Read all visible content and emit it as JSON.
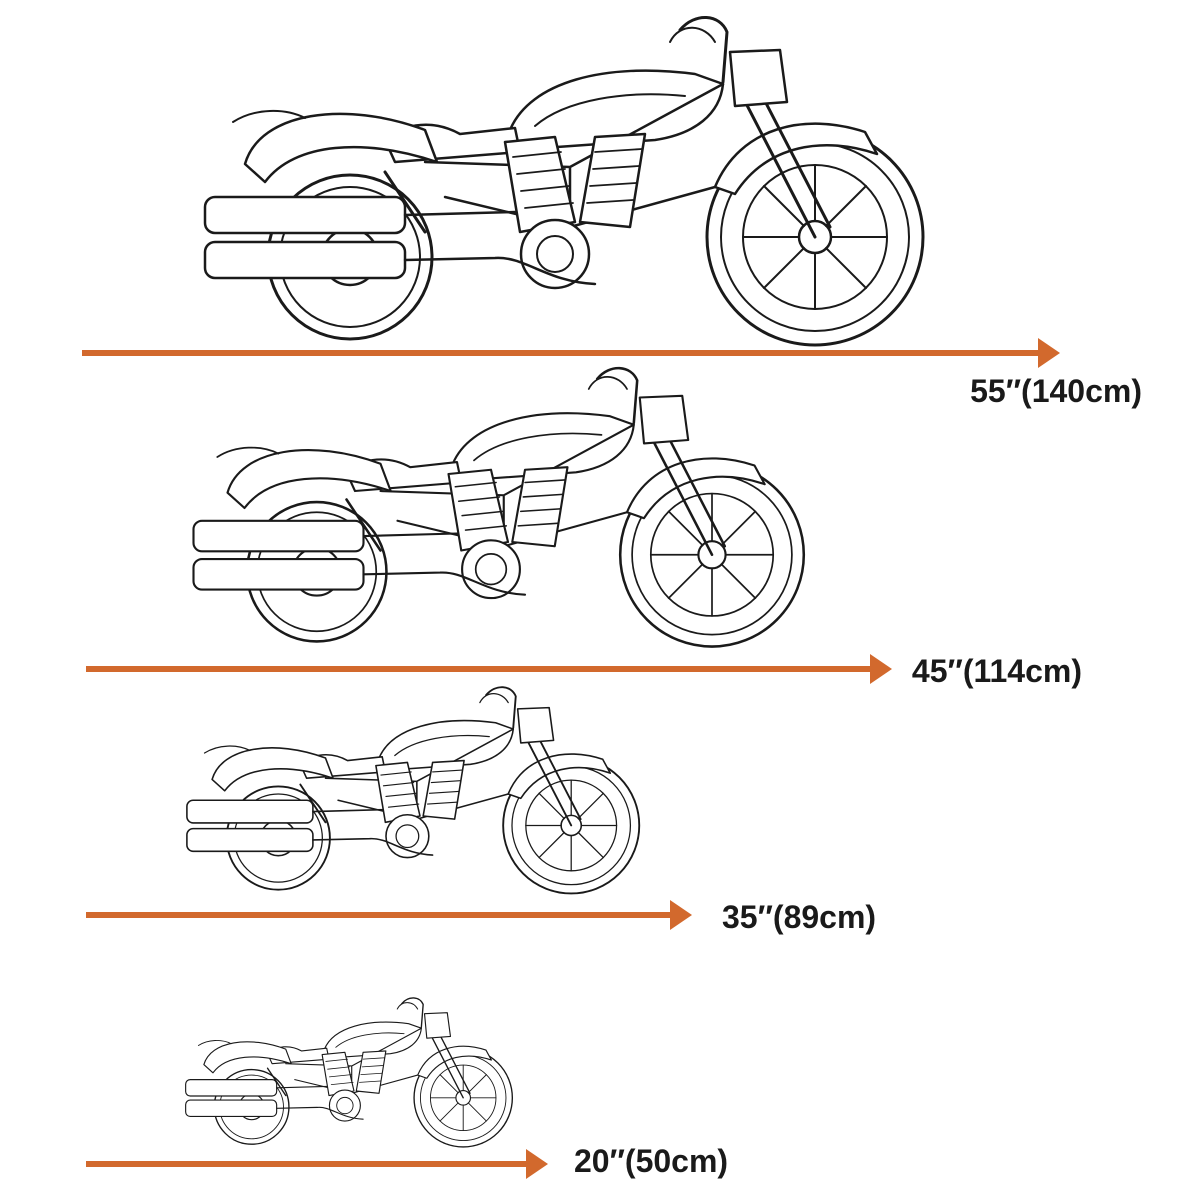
{
  "diagram": {
    "colors": {
      "arrow": "#d2692d",
      "outline": "#1a1a1a",
      "background": "#ffffff"
    },
    "icon": "motorcycle-icon",
    "bikes": [
      {
        "label": "55″(140cm)",
        "length_in": 55,
        "length_cm": 140
      },
      {
        "label": "45″(114cm)",
        "length_in": 45,
        "length_cm": 114
      },
      {
        "label": "35″(89cm)",
        "length_in": 35,
        "length_cm": 89
      },
      {
        "label": "20″(50cm)",
        "length_in": 20,
        "length_cm": 50
      }
    ]
  }
}
